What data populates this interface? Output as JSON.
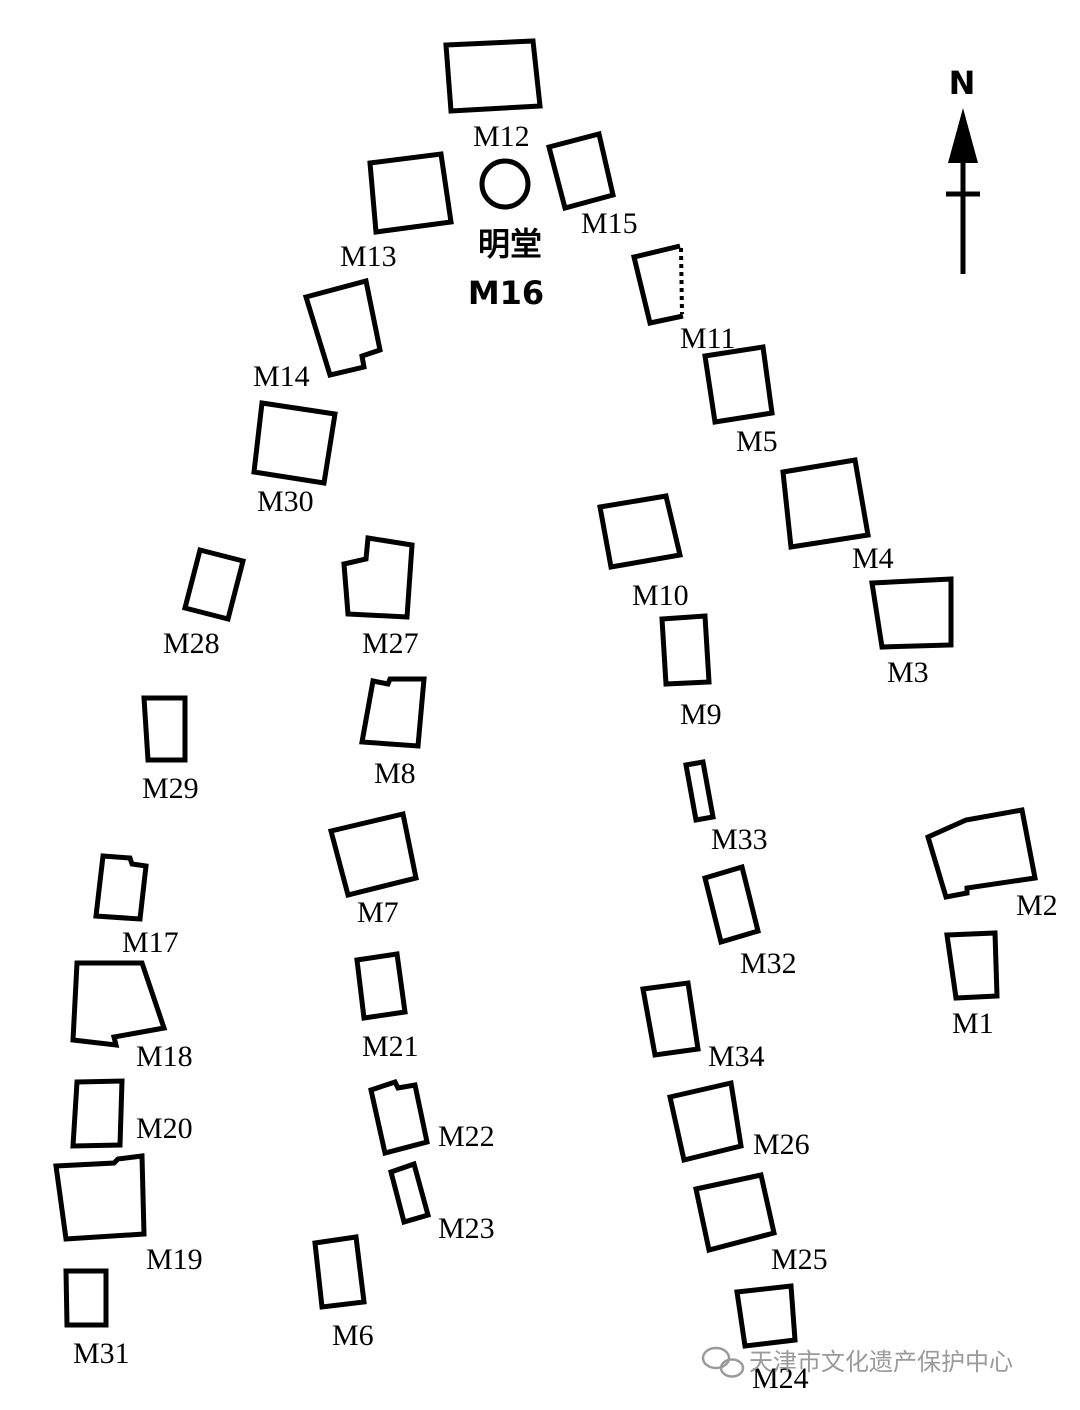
{
  "north_label": "N",
  "central_hall": {
    "label_cn": "明堂",
    "label_id": "M16"
  },
  "tombs": {
    "M12": "M12",
    "M13": "M13",
    "M15": "M15",
    "M14": "M14",
    "M11": "M11",
    "M5": "M5",
    "M30": "M30",
    "M4": "M4",
    "M10": "M10",
    "M28": "M28",
    "M27": "M27",
    "M3": "M3",
    "M9": "M9",
    "M29": "M29",
    "M8": "M8",
    "M33": "M33",
    "M2": "M2",
    "M7": "M7",
    "M17": "M17",
    "M32": "M32",
    "M1": "M1",
    "M18": "M18",
    "M21": "M21",
    "M34": "M34",
    "M20": "M20",
    "M22": "M22",
    "M26": "M26",
    "M23": "M23",
    "M19": "M19",
    "M25": "M25",
    "M6": "M6",
    "M31": "M31",
    "M24": "M24"
  },
  "watermark": "天津市文化遗产保护中心"
}
